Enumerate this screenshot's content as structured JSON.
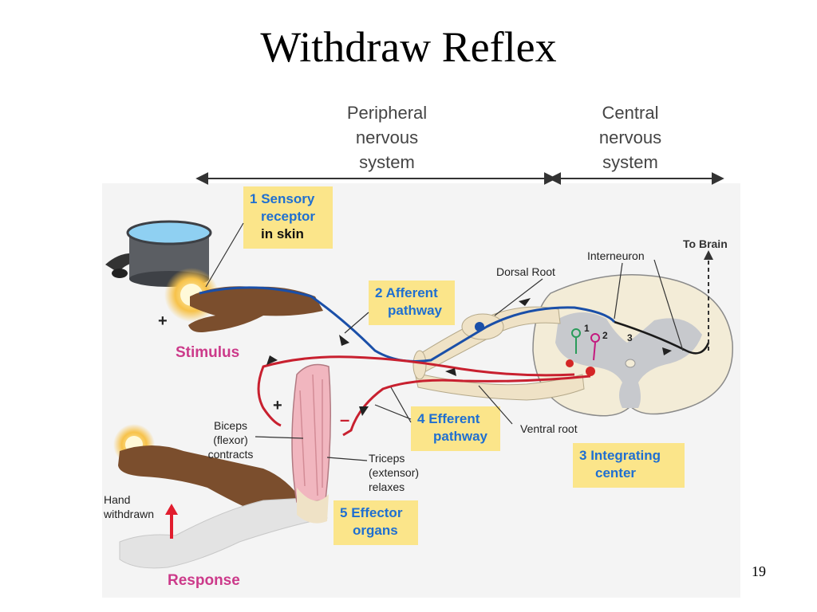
{
  "title": "Withdraw Reflex",
  "page_number": "19",
  "systems": {
    "peripheral": [
      "Peripheral",
      "nervous",
      "system"
    ],
    "central": [
      "Central",
      "nervous",
      "system"
    ]
  },
  "steps": {
    "sensory": {
      "num": "1",
      "line1": "Sensory",
      "line2": "receptor",
      "line3": "in skin"
    },
    "afferent": {
      "num": "2",
      "line1": "Afferent",
      "line2": "pathway"
    },
    "integrating": {
      "num": "3",
      "line1": "Integrating",
      "line2": "center"
    },
    "efferent": {
      "num": "4",
      "line1": "Efferent",
      "line2": "pathway"
    },
    "effector": {
      "num": "5",
      "line1": "Effector",
      "line2": "organs"
    }
  },
  "labels": {
    "stimulus": "Stimulus",
    "response": "Response",
    "to_brain": "To Brain",
    "interneuron": "Interneuron",
    "dorsal_root": "Dorsal Root",
    "ventral_root": "Ventral root",
    "biceps": [
      "Biceps",
      "(flexor)",
      "contracts"
    ],
    "triceps": [
      "Triceps",
      "(extensor)",
      "relaxes"
    ],
    "hand_withdrawn": [
      "Hand",
      "withdrawn"
    ],
    "synapse_numbers": [
      "1",
      "2",
      "3"
    ],
    "plus": "+",
    "minus": "–"
  },
  "colors": {
    "afferent_blue": "#1a4fa8",
    "efferent_red": "#c8202f",
    "box_yellow": "#fbe58a",
    "label_blue": "#1f6fd1",
    "response_pink": "#cc3a8a"
  }
}
